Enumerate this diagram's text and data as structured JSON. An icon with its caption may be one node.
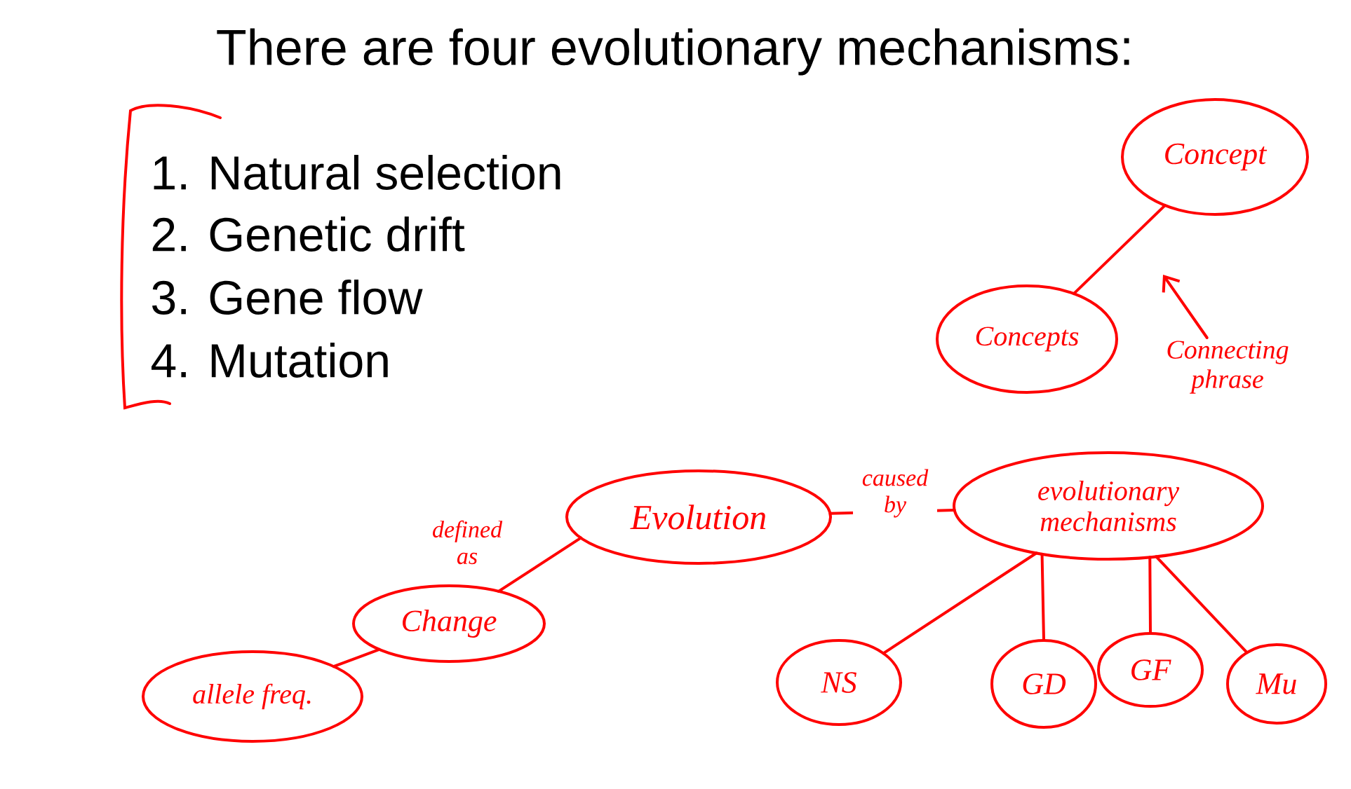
{
  "diagram": {
    "title": "There are four evolutionary mechanisms:",
    "nodes": [
      {
        "text": [
          "Concept"
        ]
      },
      {
        "text": [
          "Concepts"
        ]
      },
      {
        "text": [
          "Connecting phrase"
        ]
      },
      {
        "text": [
          "Evolution"
        ]
      },
      {
        "text": [
          "evolutionary mechanisms"
        ]
      },
      {
        "text": [
          "Change"
        ]
      },
      {
        "text": [
          "allele freq."
        ]
      },
      {
        "text": [
          "NS"
        ]
      },
      {
        "text": [
          "GD"
        ]
      },
      {
        "text": [
          "GF"
        ]
      },
      {
        "text": [
          "Mu"
        ]
      }
    ],
    "edges": [
      {
        "from": 1,
        "to": 0,
        "arrow": "none"
      },
      {
        "from": 2,
        "to": null,
        "arrow": "to"
      },
      {
        "from": 3,
        "to": 4,
        "arrow": "none",
        "label": "caused by"
      },
      {
        "from": 3,
        "to": 5,
        "arrow": "none",
        "label": "defined as"
      },
      {
        "from": 5,
        "to": 6,
        "arrow": "none"
      },
      {
        "from": 4,
        "to": 7,
        "arrow": "none"
      },
      {
        "from": 4,
        "to": 8,
        "arrow": "none"
      },
      {
        "from": 4,
        "to": 9,
        "arrow": "none"
      },
      {
        "from": 4,
        "to": 10,
        "arrow": "none"
      }
    ],
    "labels": [
      "1. Natural selection",
      "2. Genetic drift",
      "3. Gene flow",
      "4. Mutation"
    ]
  }
}
